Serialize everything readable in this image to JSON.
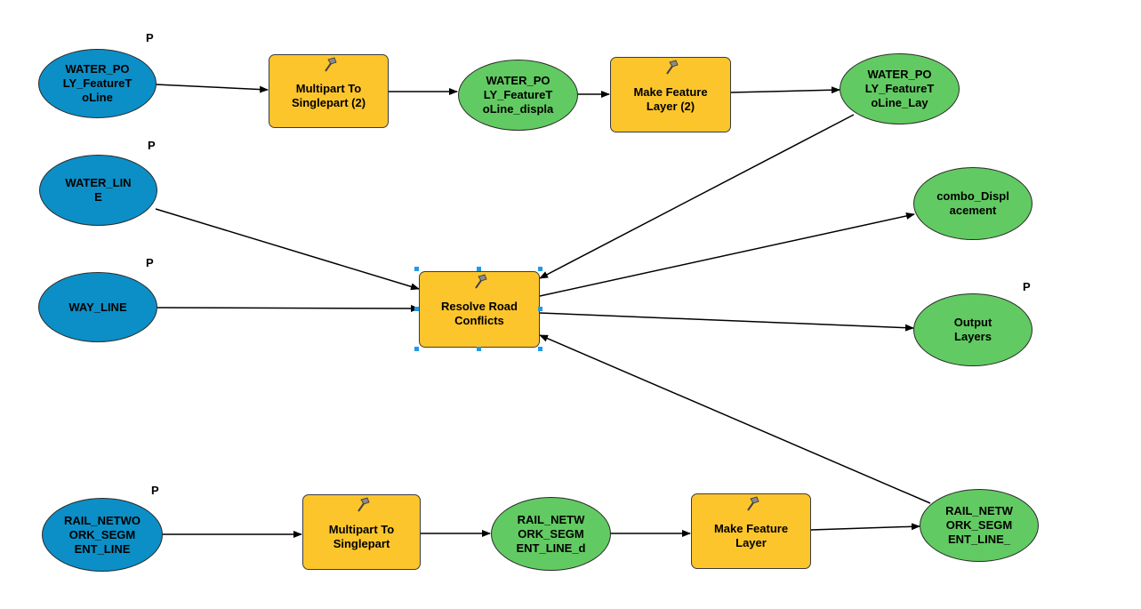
{
  "diagram": {
    "parameter_flag": "P",
    "colors": {
      "input_fill": "#0b8fc6",
      "derived_fill": "#62ca62",
      "tool_fill": "#fdc52c",
      "selection_handle": "#1e9ae8",
      "connector": "#000000"
    },
    "nodes": {
      "water_poly_line": {
        "label": "WATER_PO\nLY_FeatureT\noLine",
        "kind": "input-data",
        "parameter": true
      },
      "multipart_2": {
        "label": "Multipart To\nSinglepart (2)",
        "kind": "tool",
        "icon": "hammer-icon"
      },
      "water_poly_display": {
        "label": "WATER_PO\nLY_FeatureT\noLine_displa",
        "kind": "derived-data"
      },
      "make_layer_2": {
        "label": "Make Feature\nLayer (2)",
        "kind": "tool",
        "icon": "hammer-icon"
      },
      "water_poly_lay": {
        "label": "WATER_PO\nLY_FeatureT\noLine_Lay",
        "kind": "derived-data"
      },
      "water_line": {
        "label": "WATER_LIN\nE",
        "kind": "input-data",
        "parameter": true
      },
      "way_line": {
        "label": "WAY_LINE",
        "kind": "input-data",
        "parameter": true
      },
      "resolve_road": {
        "label": "Resolve Road\nConflicts",
        "kind": "tool",
        "icon": "hammer-icon",
        "selected": true
      },
      "combo_displacement": {
        "label": "combo_Displ\nacement",
        "kind": "derived-data"
      },
      "output_layers": {
        "label": "Output\nLayers",
        "kind": "derived-data",
        "parameter": true
      },
      "rail_network_line": {
        "label": "RAIL_NETWO\nORK_SEGM\nENT_LINE",
        "kind": "input-data",
        "parameter": true
      },
      "multipart_1": {
        "label": "Multipart To\nSinglepart",
        "kind": "tool",
        "icon": "hammer-icon"
      },
      "rail_network_d": {
        "label": "RAIL_NETW\nORK_SEGM\nENT_LINE_d",
        "kind": "derived-data"
      },
      "make_layer_1": {
        "label": "Make Feature\nLayer",
        "kind": "tool",
        "icon": "hammer-icon"
      },
      "rail_network_out": {
        "label": "RAIL_NETW\nORK_SEGM\nENT_LINE_",
        "kind": "derived-data"
      }
    },
    "connections": [
      {
        "from": "water_poly_line",
        "to": "multipart_2"
      },
      {
        "from": "multipart_2",
        "to": "water_poly_display"
      },
      {
        "from": "water_poly_display",
        "to": "make_layer_2"
      },
      {
        "from": "make_layer_2",
        "to": "water_poly_lay"
      },
      {
        "from": "water_poly_lay",
        "to": "resolve_road"
      },
      {
        "from": "water_line",
        "to": "resolve_road"
      },
      {
        "from": "way_line",
        "to": "resolve_road"
      },
      {
        "from": "resolve_road",
        "to": "combo_displacement"
      },
      {
        "from": "resolve_road",
        "to": "output_layers"
      },
      {
        "from": "rail_network_out",
        "to": "resolve_road"
      },
      {
        "from": "rail_network_line",
        "to": "multipart_1"
      },
      {
        "from": "multipart_1",
        "to": "rail_network_d"
      },
      {
        "from": "rail_network_d",
        "to": "make_layer_1"
      },
      {
        "from": "make_layer_1",
        "to": "rail_network_out"
      }
    ]
  }
}
